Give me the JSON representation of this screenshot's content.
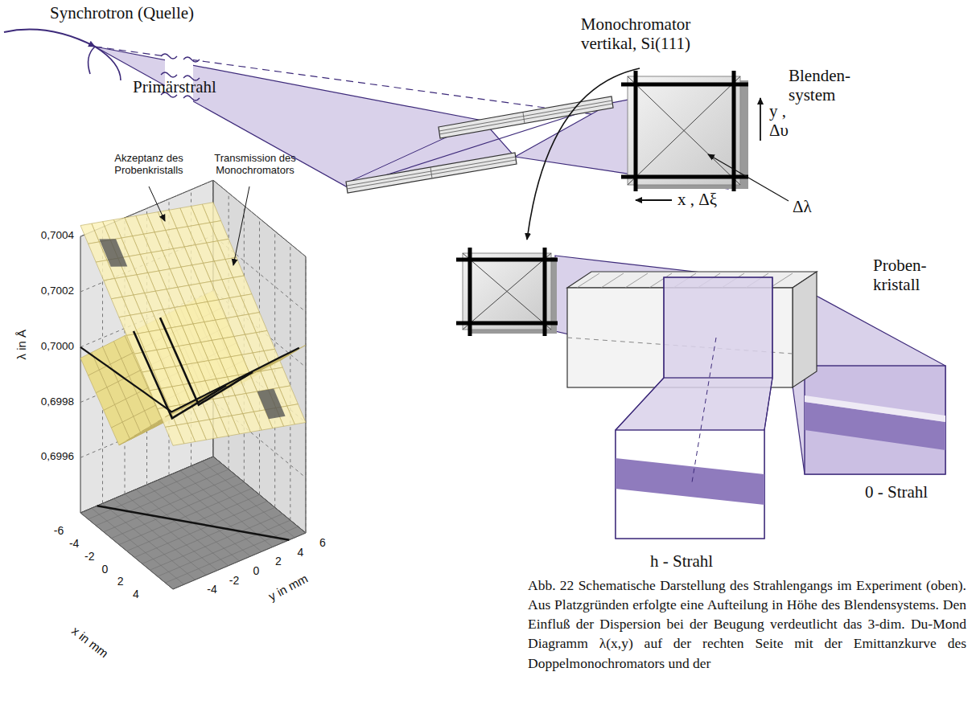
{
  "diagram": {
    "caption": "Abb. 22 Schematische Darstellung des Strahlengangs im Experiment (oben). Aus Platzgründen erfolgte eine Aufteilung in Höhe des Blendensystems. Den Einfluß der Dispersion bei der Beugung verdeutlicht das 3-dim. Du-Mond Diagramm λ(x,y) auf der rechten Seite mit der Emittanzkurve des Doppelmonochromators und der",
    "labels": [
      "Synchrotron (Quelle)",
      "Primärstrahl",
      "Monochromator vertikal, Si(111)",
      "Blenden- system",
      "y , Δυ",
      "x , Δξ",
      "Δλ",
      "Proben- kristall",
      "h - Strahl",
      "0 - Strahl",
      "Akzeptanz des Probenkristalls",
      "Transmission des Monochromators",
      "0,7004",
      "0,7002",
      "0,7000",
      "0,6998",
      "0,6996",
      "λ in Å",
      "-6",
      "-4",
      "-2",
      "0",
      "2",
      "4",
      "x in mm",
      "-4",
      "-2",
      "0",
      "2",
      "4",
      "6",
      "y in mm"
    ]
  }
}
